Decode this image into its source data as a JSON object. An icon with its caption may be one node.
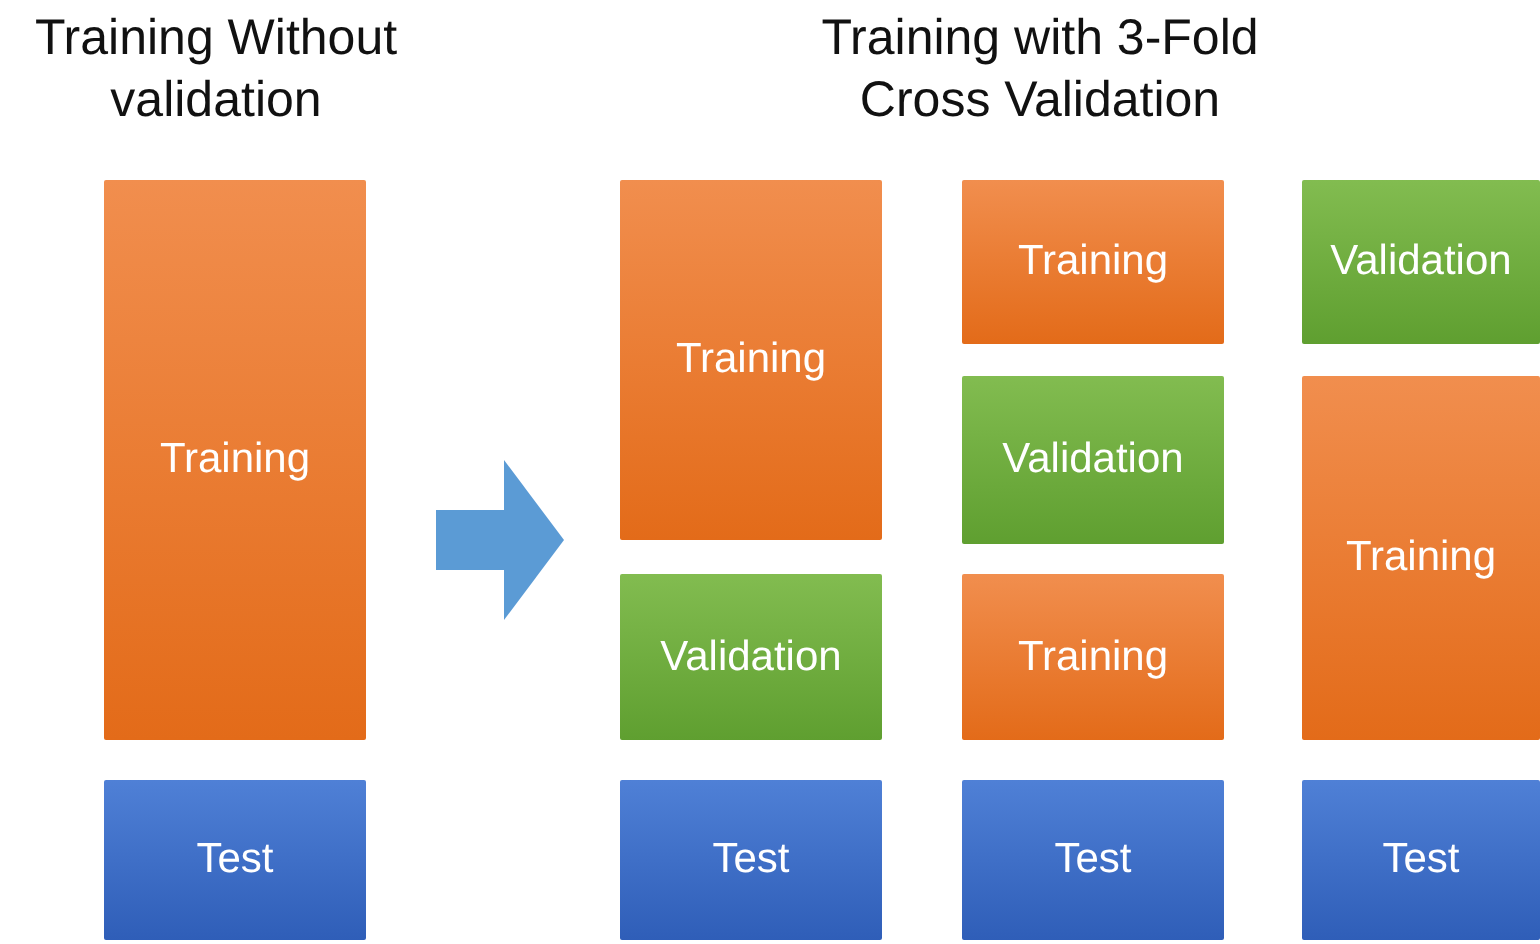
{
  "diagram": {
    "nodes": [
      {
        "text": [
          "Training Without validation"
        ]
      },
      {
        "text": [
          "Training"
        ],
        "in": 0
      },
      {
        "text": [
          "Test"
        ],
        "in": 0
      },
      {
        "text": [
          "Training with 3-Fold Cross Validation"
        ]
      },
      {
        "text": [
          "Training"
        ],
        "in": 3
      },
      {
        "text": [
          "Validation"
        ],
        "in": 3
      },
      {
        "text": [
          "Test"
        ],
        "in": 3
      },
      {
        "text": [
          "Training"
        ],
        "in": 3
      },
      {
        "text": [
          "Validation"
        ],
        "in": 3
      },
      {
        "text": [
          "Training"
        ],
        "in": 3
      },
      {
        "text": [
          "Test"
        ],
        "in": 3
      },
      {
        "text": [
          "Validation"
        ],
        "in": 3
      },
      {
        "text": [
          "Training"
        ],
        "in": 3
      },
      {
        "text": [
          "Test"
        ],
        "in": 3
      }
    ],
    "edges": [
      {
        "from": 0,
        "to": 3,
        "arrow": "to",
        "color": "#5b9bd5"
      }
    ]
  }
}
